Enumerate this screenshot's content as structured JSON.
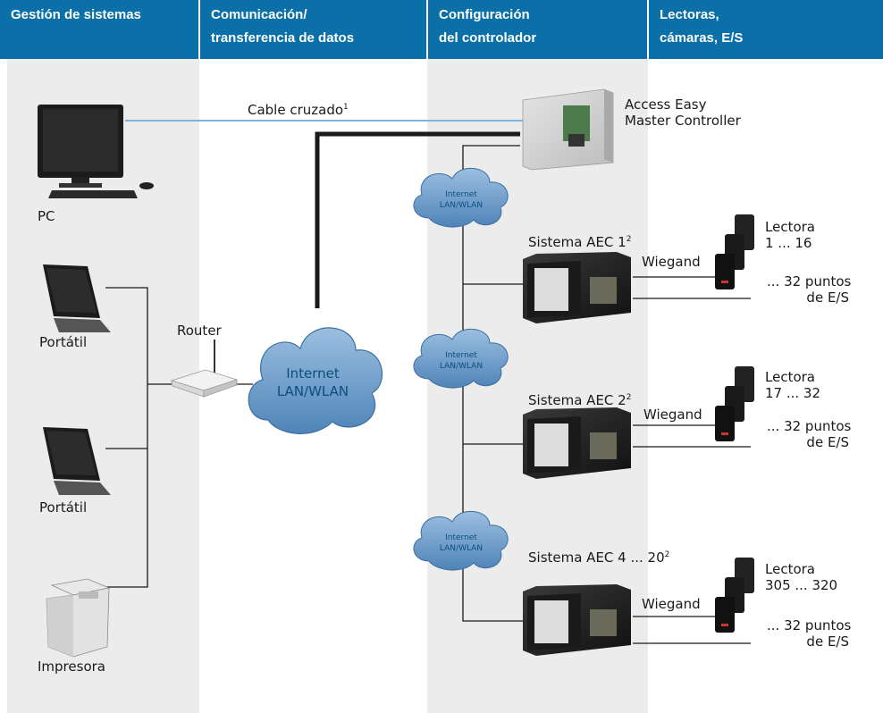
{
  "columns": [
    {
      "line1": "Gestión de sistemas",
      "line2": ""
    },
    {
      "line1": "Comunicación/",
      "line2": "transferencia de datos"
    },
    {
      "line1": "Configuración",
      "line2": "del controlador"
    },
    {
      "line1": "Lectoras,",
      "line2": "cámaras, E/S"
    }
  ],
  "devices": {
    "pc": "PC",
    "laptop1": "Portátil",
    "laptop2": "Portátil",
    "printer": "Impresora",
    "router": "Router"
  },
  "link": {
    "crossover": "Cable cruzado",
    "crossover_sup": "1"
  },
  "main_cloud": {
    "line1": "Internet",
    "line2": "LAN/WLAN"
  },
  "small_clouds": [
    {
      "line1": "Internet",
      "line2": "LAN/WLAN"
    },
    {
      "line1": "Internet",
      "line2": "LAN/WLAN"
    },
    {
      "line1": "Internet",
      "line2": "LAN/WLAN"
    }
  ],
  "master": {
    "line1": "Access Easy",
    "line2": "Master Controller"
  },
  "systems": [
    {
      "name": "Sistema AEC 1",
      "sup": "2",
      "wiegand": "Wiegand",
      "reader_title": "Lectora",
      "reader_range": "1 ... 16",
      "io1": "... 32 puntos",
      "io2": "de E/S"
    },
    {
      "name": "Sistema AEC 2",
      "sup": "2",
      "wiegand": "Wiegand",
      "reader_title": "Lectora",
      "reader_range": "17 ... 32",
      "io1": "... 32 puntos",
      "io2": "de E/S"
    },
    {
      "name": "Sistema AEC 4 ... 20",
      "sup": "2",
      "wiegand": "Wiegand",
      "reader_title": "Lectora",
      "reader_range": "305 ... 320",
      "io1": "... 32 puntos",
      "io2": "de E/S"
    }
  ],
  "colors": {
    "header": "#0b6fa8",
    "column_shade": "#ececec",
    "cloud": "#6f9dc8",
    "crossover_line": "#7fb4de"
  }
}
